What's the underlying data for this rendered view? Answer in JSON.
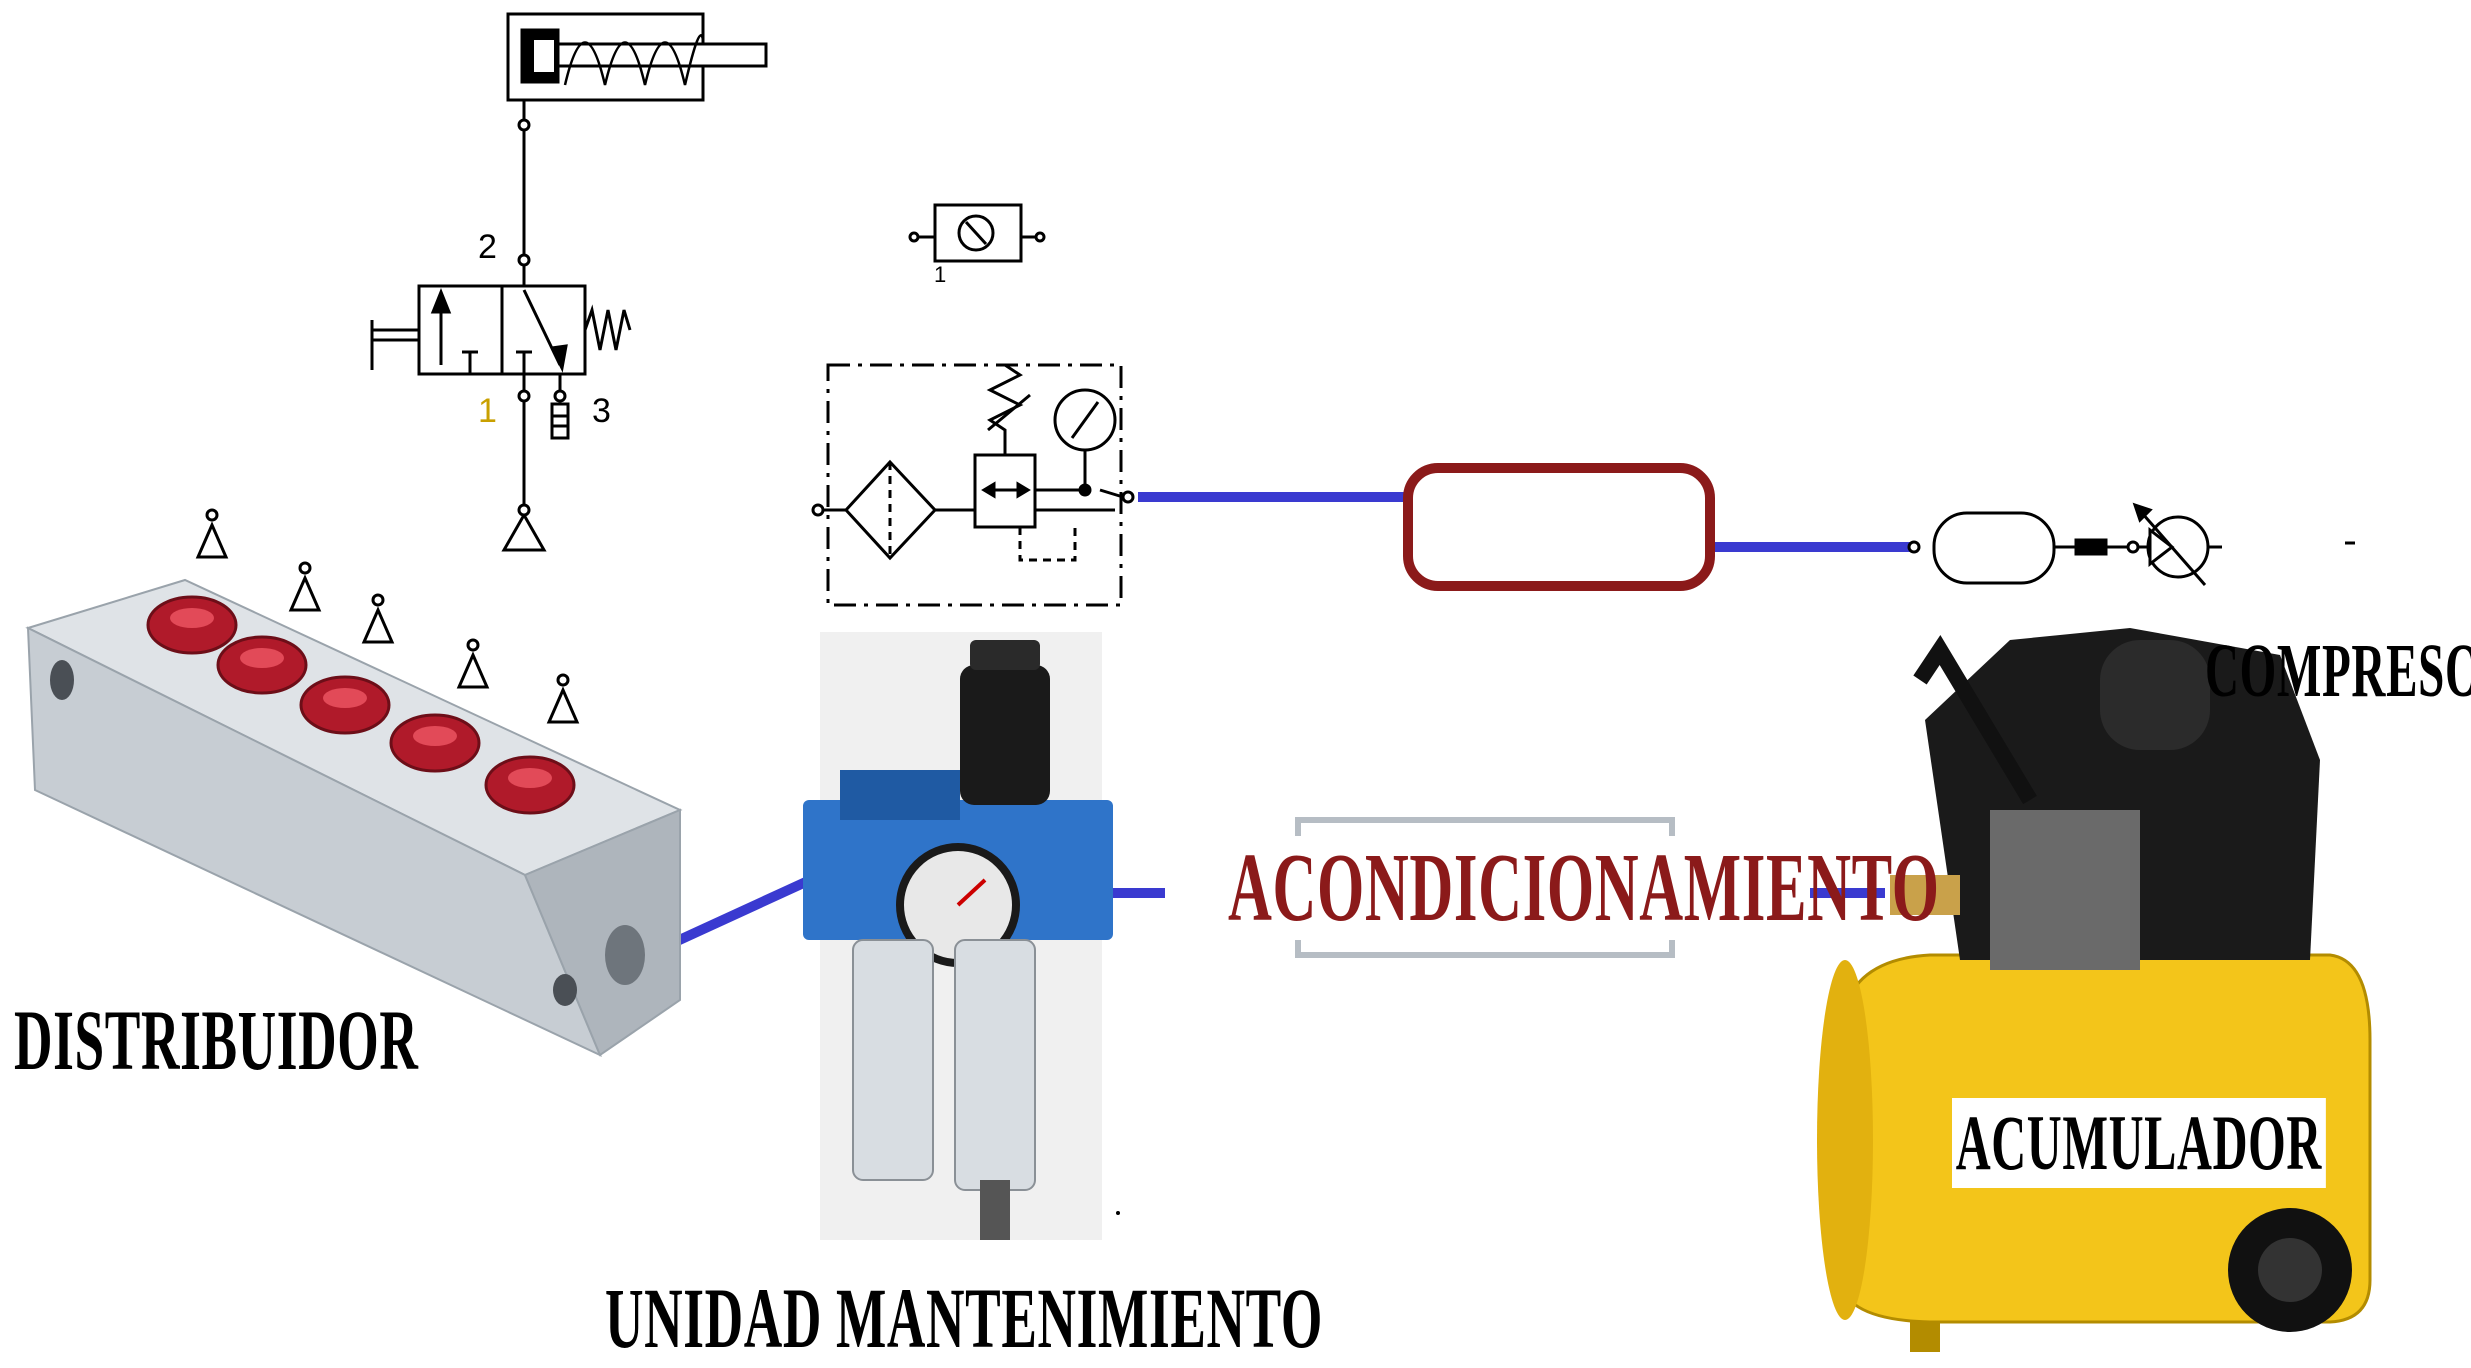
{
  "labels": {
    "distribuidor": "DISTRIBUIDOR",
    "unidad": "UNIDAD MANTENIMIENTO",
    "acondicionamiento": "ACONDICIONAMIENTO",
    "compresor": "COMPRESOR",
    "acumulador": "ACUMULADOR"
  },
  "valve_ports": {
    "p2": "2",
    "p1": "1",
    "p3": "3",
    "p1b": "1"
  },
  "colors": {
    "pipe": "#3a3ad0",
    "accent": "#8b1a1a",
    "manifold": "#c7cdd3",
    "port_red": "#b01a2a",
    "frl_blue": "#2f74c9",
    "tank_yellow": "#f3c51a",
    "compressor_black": "#1a1a1a"
  }
}
